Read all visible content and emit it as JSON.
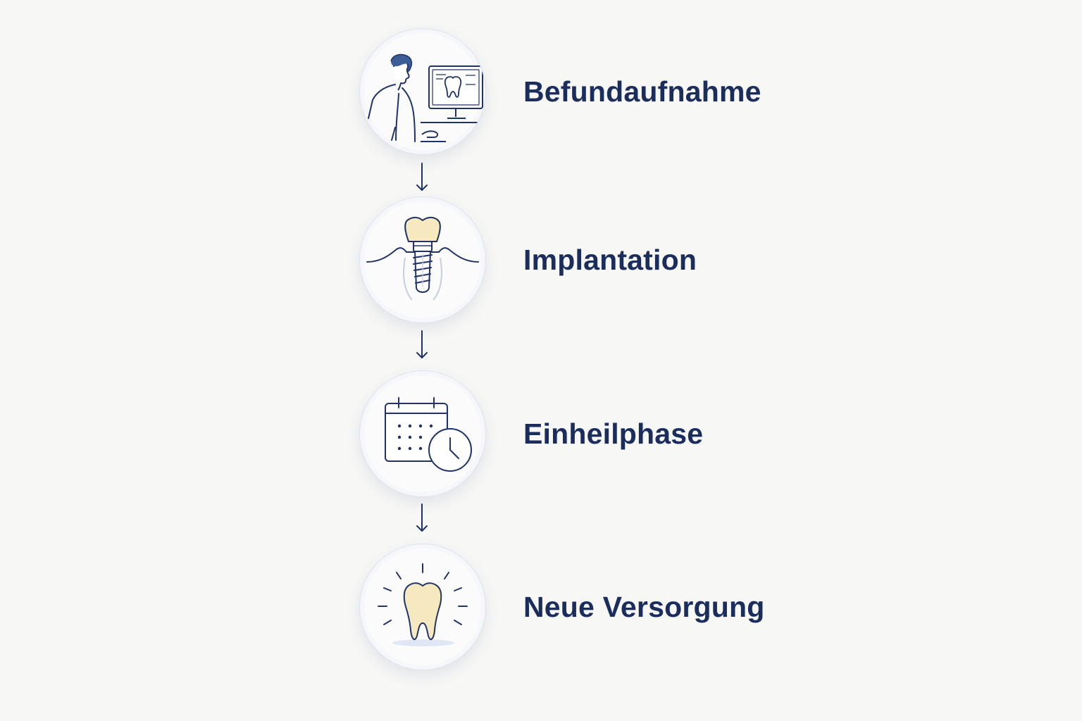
{
  "steps": [
    {
      "label": "Befundaufnahme",
      "icon": "dentist-xray-monitor-icon"
    },
    {
      "label": "Implantation",
      "icon": "dental-implant-icon"
    },
    {
      "label": "Einheilphase",
      "icon": "calendar-clock-icon"
    },
    {
      "label": "Neue Versorgung",
      "icon": "shining-tooth-icon"
    }
  ],
  "colors": {
    "background": "#f7f7f6",
    "text": "#1b2d5c",
    "line": "#1f3366",
    "accent_fill": "#f6e9bf",
    "accent_blue": "#3d5d96"
  }
}
